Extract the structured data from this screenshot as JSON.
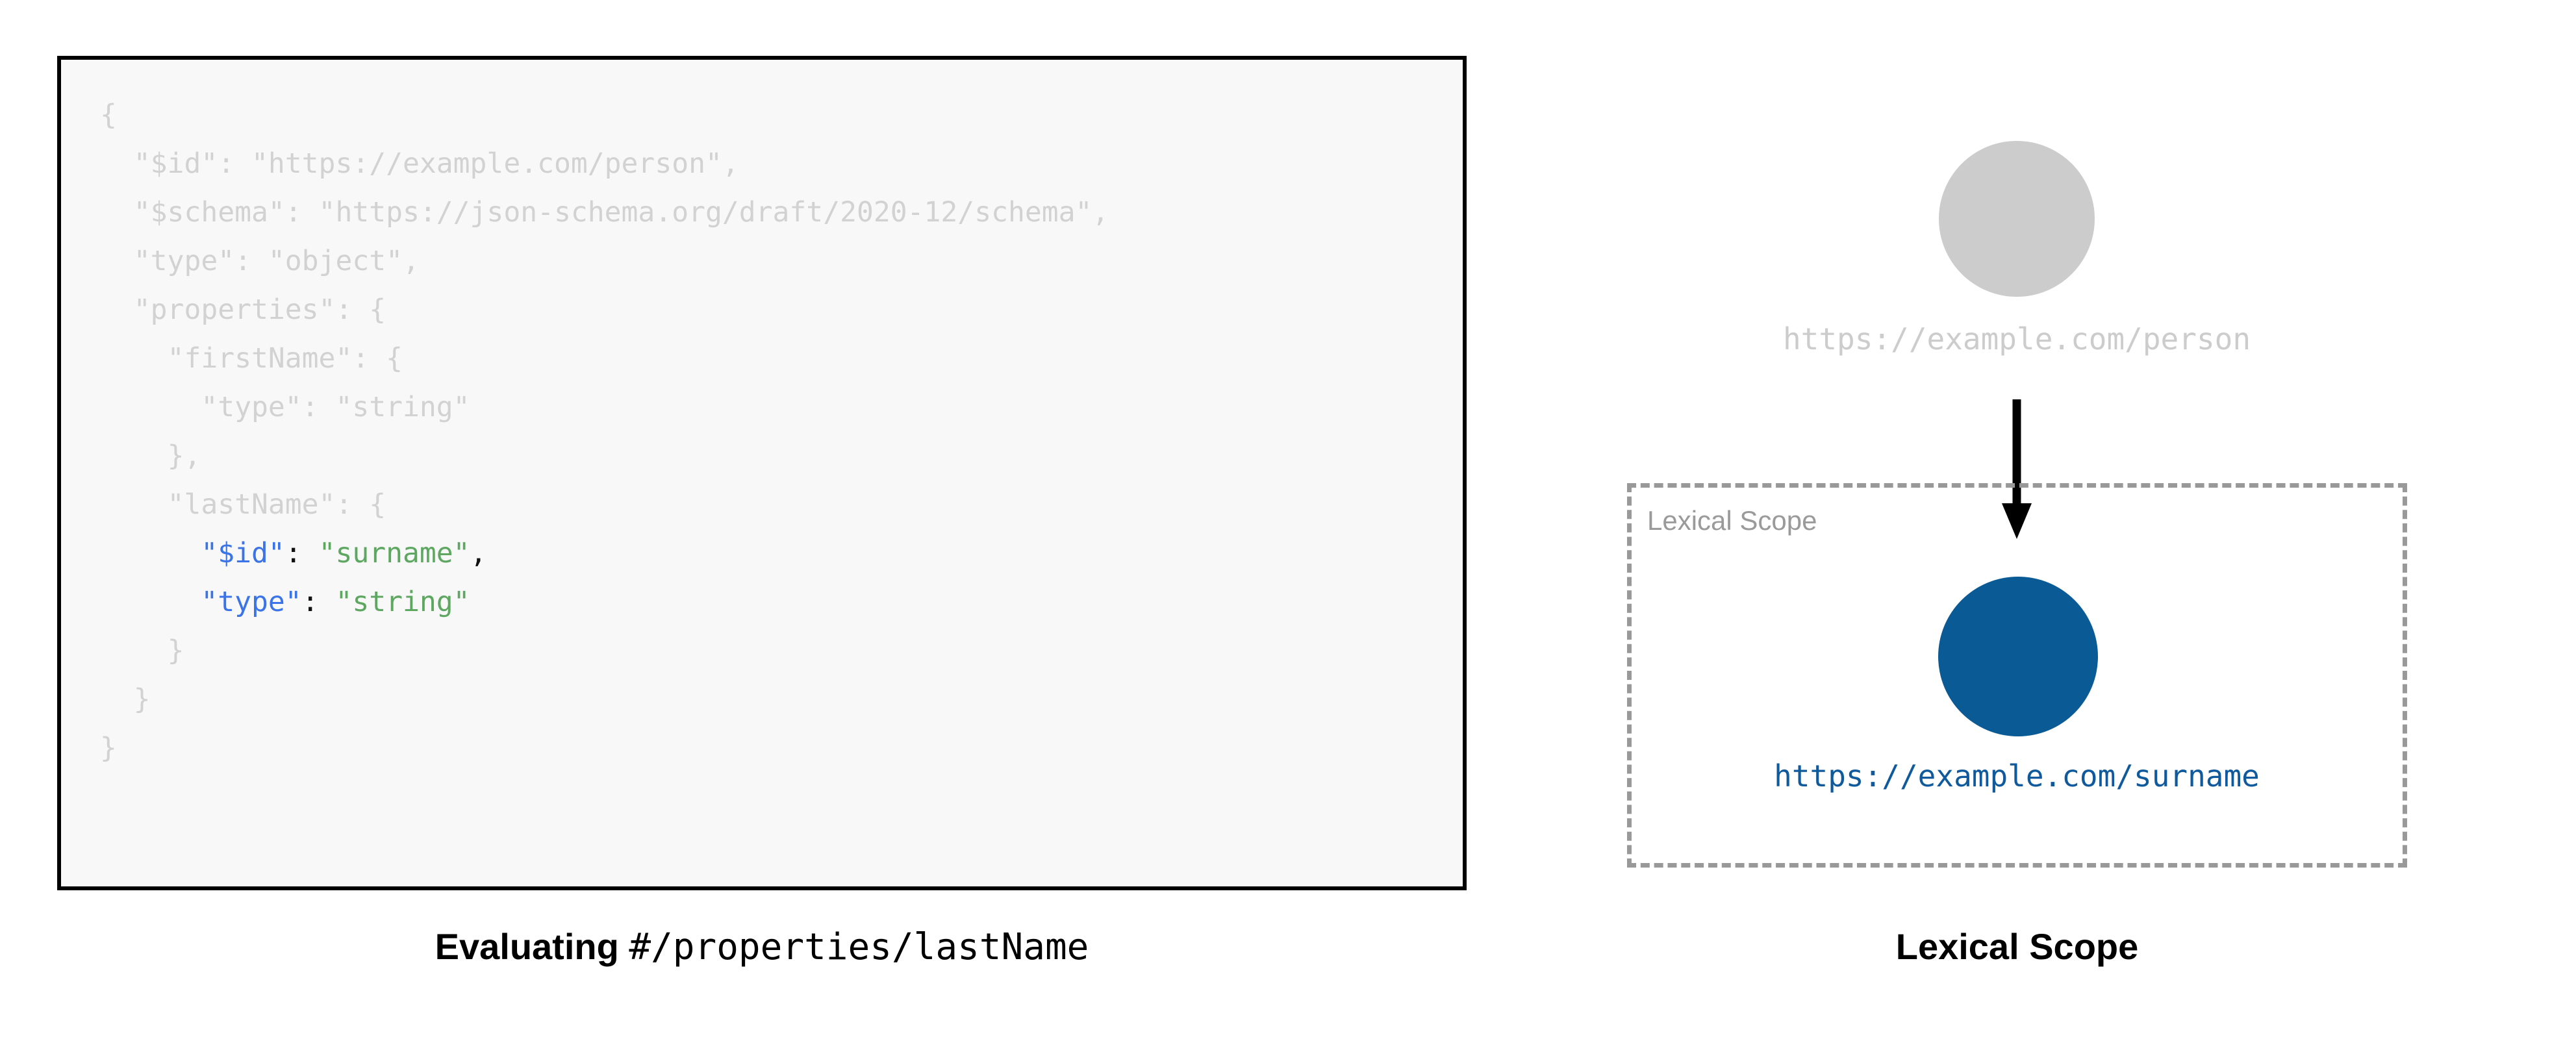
{
  "code_panel": {
    "caption": {
      "bold_prefix": "Evaluating ",
      "pointer": "#/properties/lastName"
    },
    "lines": [
      {
        "indent": 0,
        "segments": [
          {
            "text": "{",
            "style": "dim"
          }
        ]
      },
      {
        "indent": 1,
        "segments": [
          {
            "text": "\"$id\": \"https://example.com/person\",",
            "style": "dim"
          }
        ]
      },
      {
        "indent": 1,
        "segments": [
          {
            "text": "\"$schema\": \"https://json-schema.org/draft/2020-12/schema\",",
            "style": "dim"
          }
        ]
      },
      {
        "indent": 1,
        "segments": [
          {
            "text": "\"type\": \"object\",",
            "style": "dim"
          }
        ]
      },
      {
        "indent": 1,
        "segments": [
          {
            "text": "\"properties\": {",
            "style": "dim"
          }
        ]
      },
      {
        "indent": 2,
        "segments": [
          {
            "text": "\"firstName\": {",
            "style": "dim"
          }
        ]
      },
      {
        "indent": 3,
        "segments": [
          {
            "text": "\"type\": \"string\"",
            "style": "dim"
          }
        ]
      },
      {
        "indent": 2,
        "segments": [
          {
            "text": "},",
            "style": "dim"
          }
        ]
      },
      {
        "indent": 2,
        "segments": [
          {
            "text": "\"lastName\": {",
            "style": "dim"
          }
        ]
      },
      {
        "indent": 3,
        "segments": [
          {
            "text": "\"$id\"",
            "style": "key"
          },
          {
            "text": ": ",
            "style": "punc"
          },
          {
            "text": "\"surname\"",
            "style": "str"
          },
          {
            "text": ",",
            "style": "punc"
          }
        ]
      },
      {
        "indent": 3,
        "segments": [
          {
            "text": "\"type\"",
            "style": "key"
          },
          {
            "text": ": ",
            "style": "punc"
          },
          {
            "text": "\"string\"",
            "style": "str"
          }
        ]
      },
      {
        "indent": 2,
        "segments": [
          {
            "text": "}",
            "style": "dim"
          }
        ]
      },
      {
        "indent": 1,
        "segments": [
          {
            "text": "}",
            "style": "dim"
          }
        ]
      },
      {
        "indent": 0,
        "segments": [
          {
            "text": "}",
            "style": "dim"
          }
        ]
      }
    ]
  },
  "diagram_panel": {
    "caption": "Lexical Scope",
    "root_node": {
      "label": "https://example.com/person",
      "color": "#cccccc"
    },
    "scope_box": {
      "label": "Lexical Scope",
      "border_color": "#999999"
    },
    "scoped_node": {
      "label": "https://example.com/surname",
      "color": "#0a5a96",
      "label_color": "#0f5a9c"
    },
    "arrow": {
      "color": "#000000"
    }
  },
  "colors": {
    "code_bg": "#f8f8f8",
    "code_border": "#000000",
    "code_dim_text": "#d2d2d2",
    "code_key": "#3b74e8",
    "code_string": "#5da761",
    "code_punctuation": "#111111",
    "node_gray": "#cccccc",
    "node_blue": "#0a5a96",
    "scope_dash": "#999999"
  }
}
